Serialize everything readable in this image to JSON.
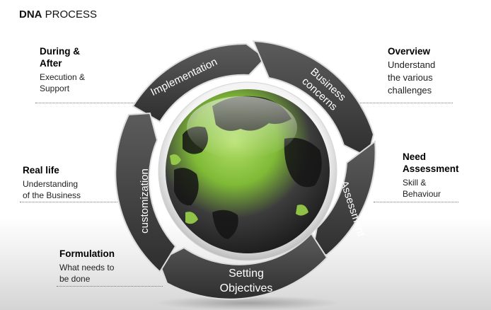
{
  "title": {
    "bold": "DNA",
    "rest": " PROCESS"
  },
  "cycle": {
    "segments": [
      {
        "key": "implementation",
        "label": "Implementation"
      },
      {
        "key": "business",
        "line1": "Business",
        "line2": "concerns"
      },
      {
        "key": "assessment",
        "label": "Assessment"
      },
      {
        "key": "setting",
        "line1": "Setting",
        "line2": "Objectives"
      },
      {
        "key": "customization",
        "label": "customization"
      }
    ]
  },
  "notes": {
    "during_after": {
      "head1": "During &",
      "head2": "After",
      "desc1": "Execution &",
      "desc2": "Support"
    },
    "overview": {
      "head": "Overview",
      "desc1": "Understand",
      "desc2": "the various",
      "desc3": "challenges"
    },
    "real_life": {
      "head": "Real life",
      "desc1": "Understanding",
      "desc2": "of the Business"
    },
    "need_assessment": {
      "head1": "Need",
      "head2": "Assessment",
      "desc1": "Skill &",
      "desc2": "Behaviour"
    },
    "formulation": {
      "head": "Formulation",
      "desc1": "What needs to",
      "desc2": "be done"
    }
  },
  "colors": {
    "segment_dark": "#3a3a3a",
    "segment_light": "#5a5a5a",
    "globe_green": "#8cc63f",
    "globe_dark": "#2b2b2b"
  }
}
